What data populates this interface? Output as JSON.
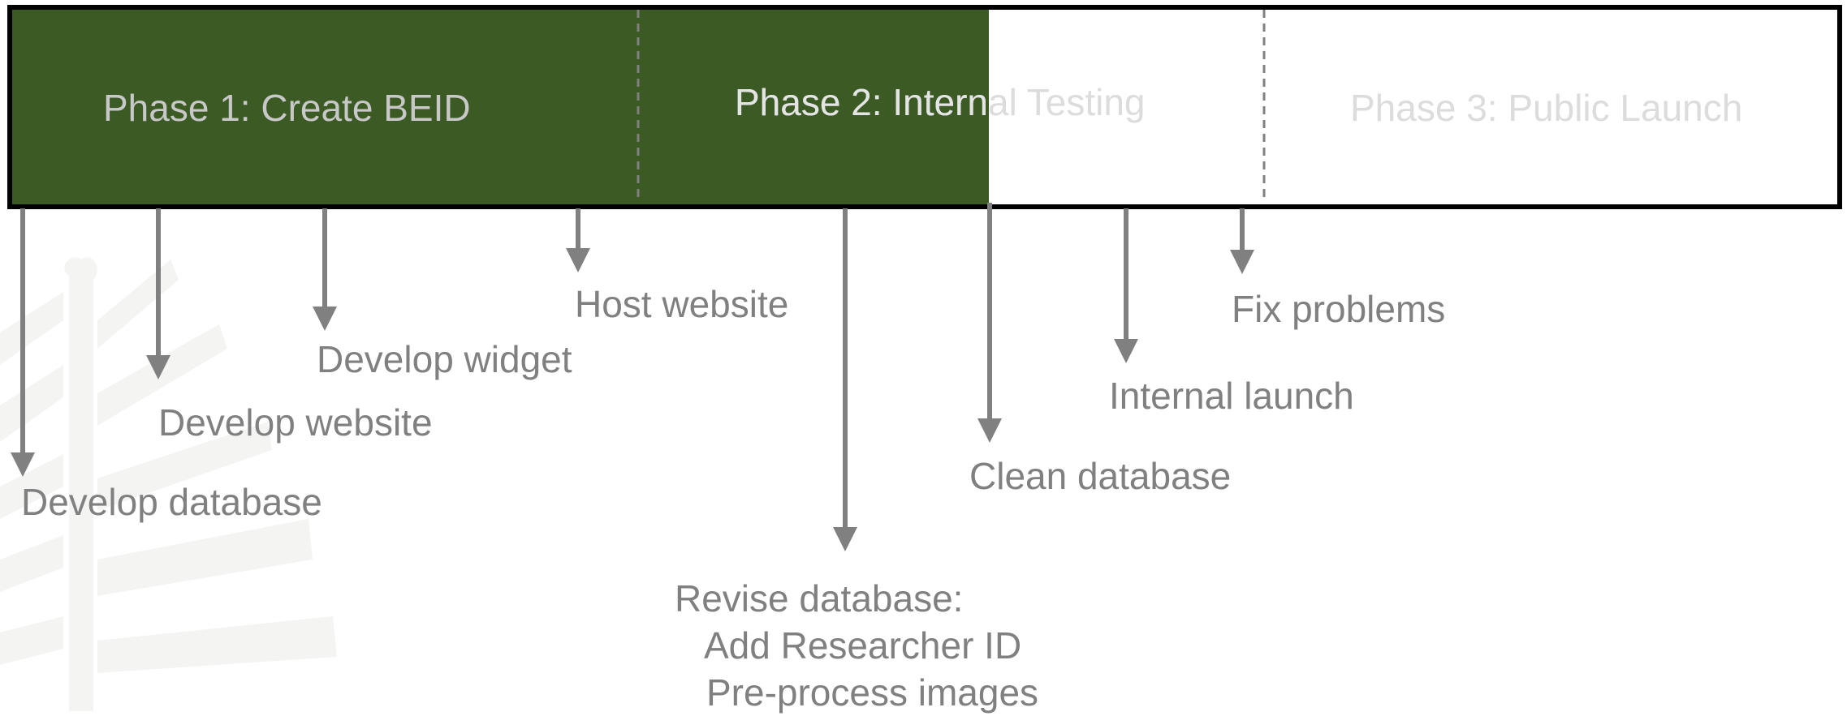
{
  "colors": {
    "progress_fill": "#3b5a24",
    "border": "#000000",
    "arrow": "#808080",
    "label_done": "#c8c8c8",
    "label_pending": "#dcdcdc",
    "label_text": "#808080",
    "background_tree": "#f4f4f3"
  },
  "timeline": {
    "progress_fraction": 0.535,
    "phases": [
      {
        "label": "Phase 1: Create BEID"
      },
      {
        "label": "Phase 2: Internal Testing"
      },
      {
        "label": "Phase 3: Public Launch"
      }
    ]
  },
  "milestones": [
    {
      "label": "Develop database"
    },
    {
      "label": "Develop website"
    },
    {
      "label": "Develop widget"
    },
    {
      "label": "Host website"
    },
    {
      "label": "Revise database:",
      "sub": [
        "Add Researcher ID",
        "Pre-process images"
      ]
    },
    {
      "label": "Clean database"
    },
    {
      "label": "Internal launch"
    },
    {
      "label": "Fix problems"
    }
  ],
  "decorations": {
    "watermark_icon": "leaf-watermark-icon"
  }
}
